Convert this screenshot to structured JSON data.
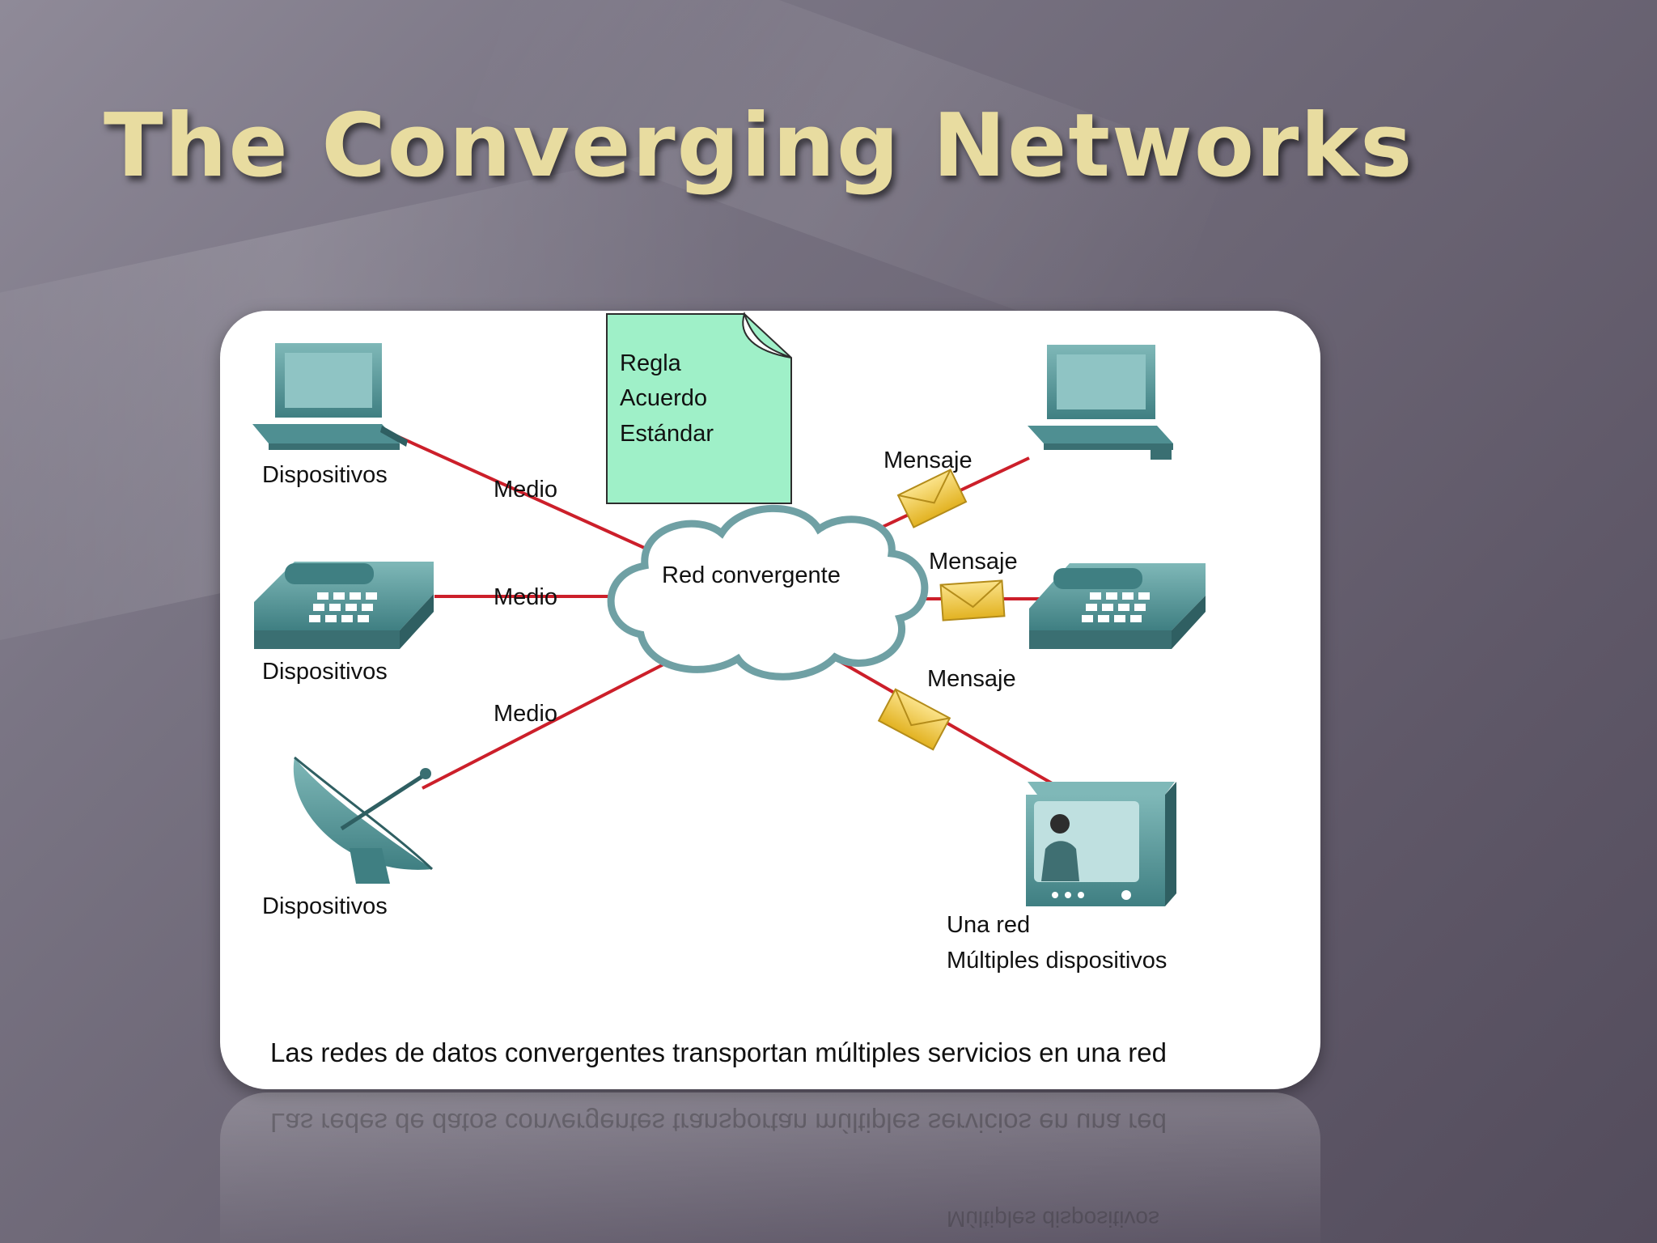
{
  "title": "The Converging Networks",
  "diagram": {
    "rule_note": [
      "Regla",
      "Acuerdo",
      "Estándar"
    ],
    "cloud_label": "Red convergente",
    "devices_label": "Dispositivos",
    "medium_label": "Medio",
    "message_label": "Mensaje",
    "one_network_label": "Una red",
    "multiple_devices_label": "Múltiples dispositivos",
    "caption": "Las redes de datos convergentes transportan múltiples servicios en una red"
  },
  "colors": {
    "title": "#e8dca0",
    "link": "#cc1f2a",
    "device": "#5f9ea0",
    "note": "#9ff0c8",
    "envelope": "#f0c93a"
  }
}
